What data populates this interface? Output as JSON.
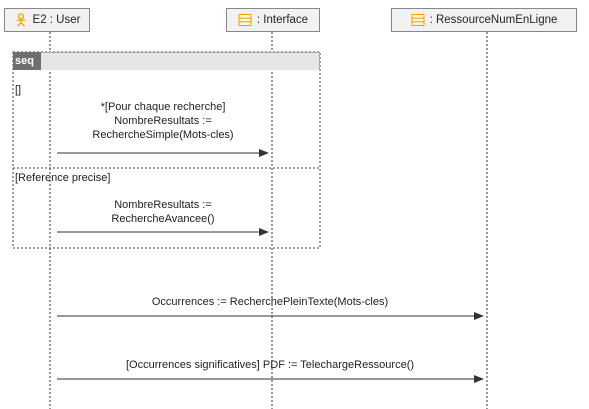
{
  "lifelines": {
    "user": "E2 : User",
    "interface": ": Interface",
    "ressource": ": RessourceNumEnLigne"
  },
  "fragment": {
    "operator": "seq",
    "operand1": {
      "guard": "[]",
      "message": [
        "*[Pour chaque recherche]",
        "NombreResultats :=",
        "RechercheSimple(Mots-cles)"
      ]
    },
    "operand2": {
      "guard": "[Reference precise]",
      "message": [
        "NombreResultats :=",
        "RechercheAvancee()"
      ]
    }
  },
  "messages": {
    "occurrences": "Occurrences := RecherchePleinTexte(Mots-cles)",
    "telecharge": "[Occurrences significatives] PDF := TelechargeRessource()"
  },
  "colors": {
    "header_bg": "#f2f2f2",
    "class_icon": "#f4b400",
    "actor_icon": "#e8a000",
    "seq_tag": "#6f6f6f"
  }
}
